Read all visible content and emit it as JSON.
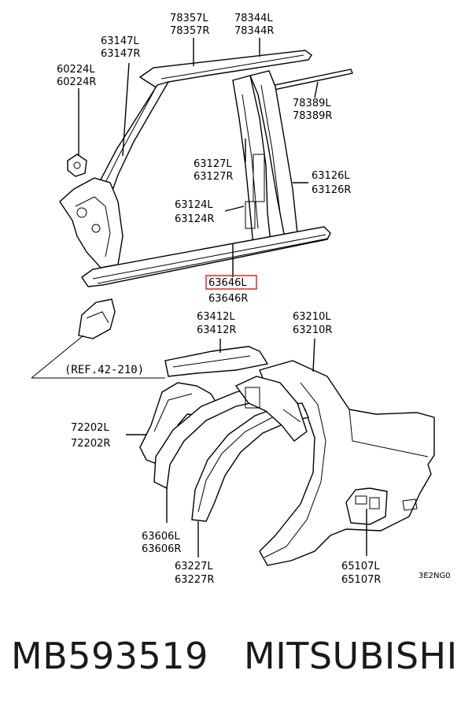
{
  "labels": [
    {
      "id": "78357",
      "l": "78357L",
      "r": "78357R"
    },
    {
      "id": "78344",
      "l": "78344L",
      "r": "78344R"
    },
    {
      "id": "63147",
      "l": "63147L",
      "r": "63147R"
    },
    {
      "id": "60224",
      "l": "60224L",
      "r": "60224R"
    },
    {
      "id": "78389",
      "l": "78389L",
      "r": "78389R"
    },
    {
      "id": "63127",
      "l": "63127L",
      "r": "63127R"
    },
    {
      "id": "63126",
      "l": "63126L",
      "r": "63126R"
    },
    {
      "id": "63124",
      "l": "63124L",
      "r": "63124R"
    },
    {
      "id": "63646",
      "l": "63646L",
      "r": "63646R"
    },
    {
      "id": "63412",
      "l": "63412L",
      "r": "63412R"
    },
    {
      "id": "63210",
      "l": "63210L",
      "r": "63210R"
    },
    {
      "id": "72202",
      "l": "72202L",
      "r": "72202R"
    },
    {
      "id": "63606",
      "l": "63606L",
      "r": "63606R"
    },
    {
      "id": "63227",
      "l": "63227L",
      "r": "63227R"
    },
    {
      "id": "65107",
      "l": "65107L",
      "r": "65107R"
    }
  ],
  "reference": "(REF.42-210)",
  "diagram_code": "3E2NG0",
  "footer": {
    "part_number": "MB593519",
    "brand": "MITSUBISHI"
  },
  "colors": {
    "highlight": "#e0161c",
    "line": "#000000"
  }
}
